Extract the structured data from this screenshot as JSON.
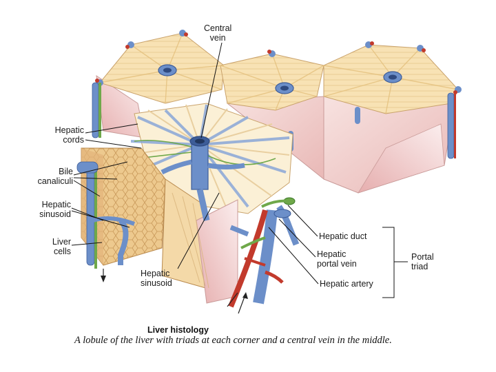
{
  "labels": {
    "central_vein": [
      "Central",
      "vein"
    ],
    "hepatic_cords": [
      "Hepatic",
      "cords"
    ],
    "bile_canaliculi": [
      "Bile",
      "canaliculi"
    ],
    "hepatic_sinusoid_left": [
      "Hepatic",
      "sinusoid"
    ],
    "liver_cells": [
      "Liver",
      "cells"
    ],
    "hepatic_sinusoid_bottom": [
      "Hepatic",
      "sinusoid"
    ],
    "hepatic_duct": "Hepatic duct",
    "hepatic_portal_vein": [
      "Hepatic",
      "portal vein"
    ],
    "hepatic_artery": "Hepatic artery",
    "portal_triad": [
      "Portal",
      "triad"
    ]
  },
  "caption": {
    "title": "Liver histology",
    "text": "A lobule of the liver with triads at each corner and a central vein in the middle."
  },
  "colors": {
    "lobule_fill": "#f8e2b4",
    "lobule_ray": "#e8c98c",
    "tissue_side": "#f2d1cf",
    "vein_blue": "#6c8fc9",
    "artery_red": "#c23a2c",
    "bile_green": "#6fa84a",
    "cell_tan": "#eac58c"
  }
}
